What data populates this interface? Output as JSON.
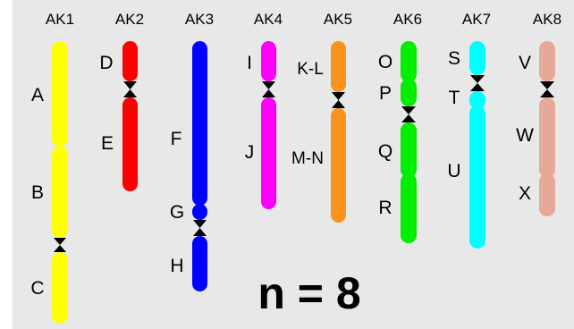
{
  "figure": {
    "n_label": "n = 8",
    "chromosomes": [
      {
        "name": "AK1",
        "color": "#ffff00",
        "blocks": [
          "A",
          "B",
          "C"
        ]
      },
      {
        "name": "AK2",
        "color": "#ff0000",
        "blocks": [
          "D",
          "E"
        ]
      },
      {
        "name": "AK3",
        "color": "#0000ff",
        "blocks": [
          "F",
          "G",
          "H"
        ]
      },
      {
        "name": "AK4",
        "color": "#ff00ff",
        "blocks": [
          "I",
          "J"
        ]
      },
      {
        "name": "AK5",
        "color": "#f7931e",
        "blocks": [
          "K-L",
          "M-N"
        ]
      },
      {
        "name": "AK6",
        "color": "#00ee00",
        "blocks": [
          "O",
          "P",
          "Q",
          "R"
        ]
      },
      {
        "name": "AK7",
        "color": "#00ffff",
        "blocks": [
          "S",
          "T",
          "U"
        ]
      },
      {
        "name": "AK8",
        "color": "#e8a898",
        "blocks": [
          "V",
          "W",
          "X"
        ]
      }
    ]
  }
}
